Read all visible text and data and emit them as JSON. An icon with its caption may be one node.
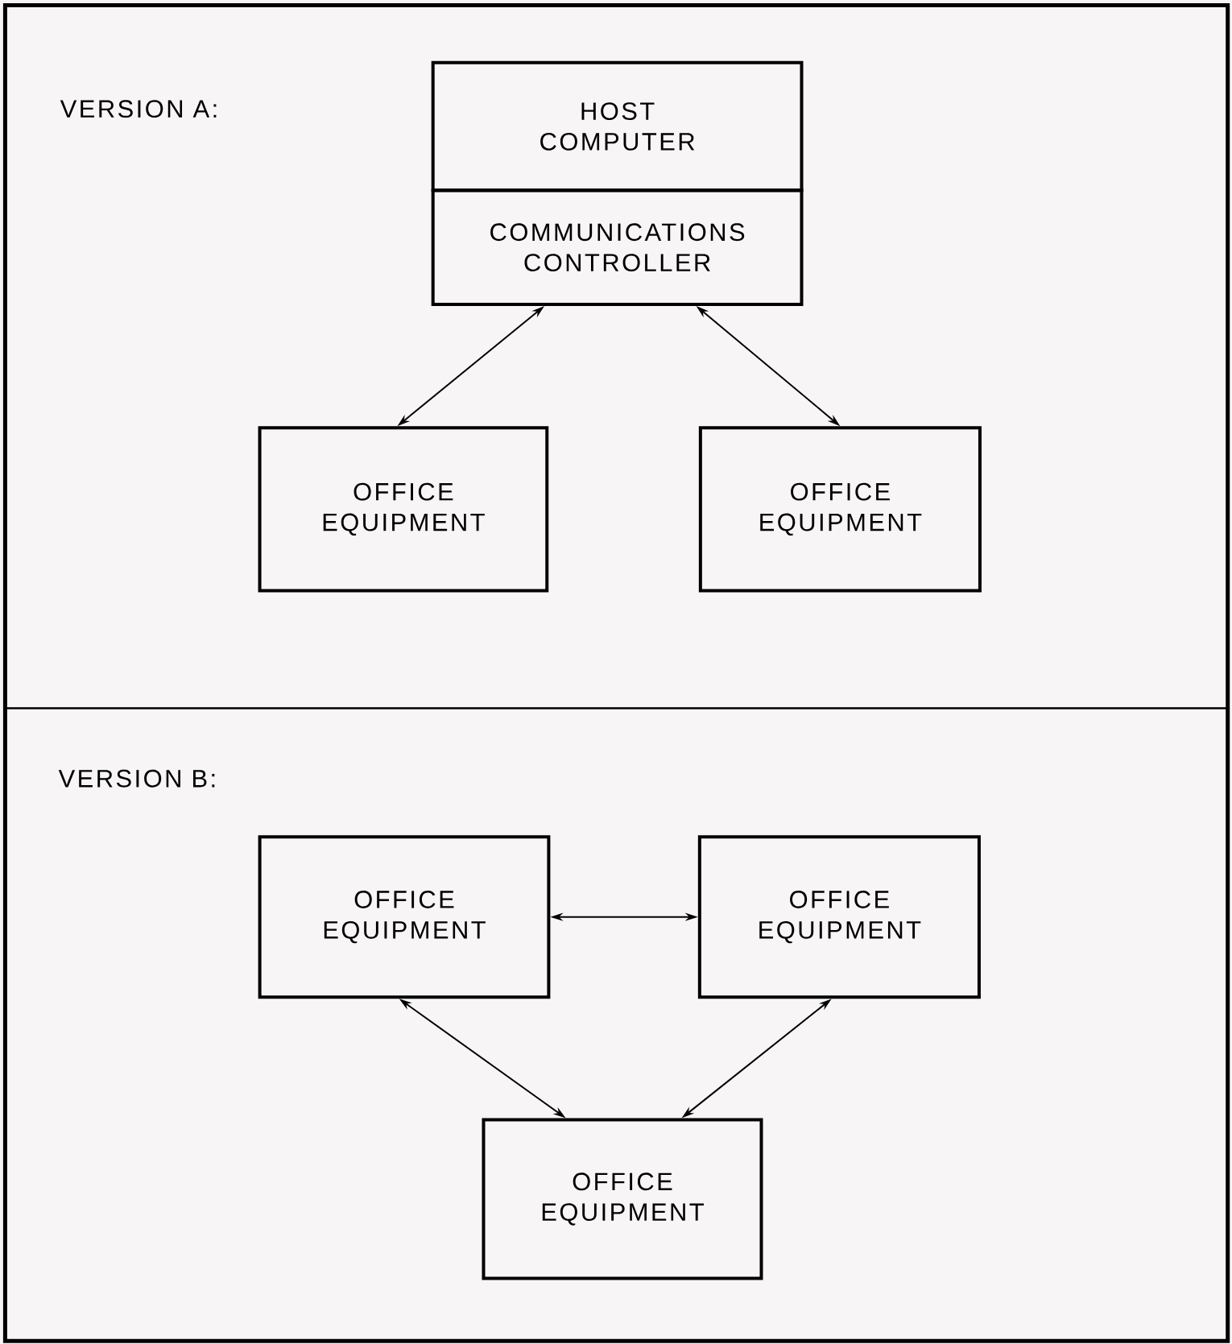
{
  "diagram": {
    "nodes": [
      {
        "text": [
          "HOST COMPUTER"
        ]
      },
      {
        "text": [
          "COMMUNICATIONS CONTROLLER"
        ]
      },
      {
        "text": [
          "OFFICE EQUIPMENT"
        ]
      },
      {
        "text": [
          "OFFICE EQUIPMENT"
        ]
      },
      {
        "text": [
          "OFFICE EQUIPMENT"
        ]
      },
      {
        "text": [
          "OFFICE EQUIPMENT"
        ]
      },
      {
        "text": [
          "OFFICE EQUIPMENT"
        ]
      }
    ],
    "edges": [
      {
        "from": 1,
        "to": 2,
        "arrow": "both"
      },
      {
        "from": 1,
        "to": 3,
        "arrow": "both"
      },
      {
        "from": 4,
        "to": 5,
        "arrow": "both"
      },
      {
        "from": 4,
        "to": 6,
        "arrow": "both"
      },
      {
        "from": 5,
        "to": 6,
        "arrow": "both"
      }
    ],
    "labels": [
      "VERSION A:",
      "VERSION B:"
    ]
  }
}
